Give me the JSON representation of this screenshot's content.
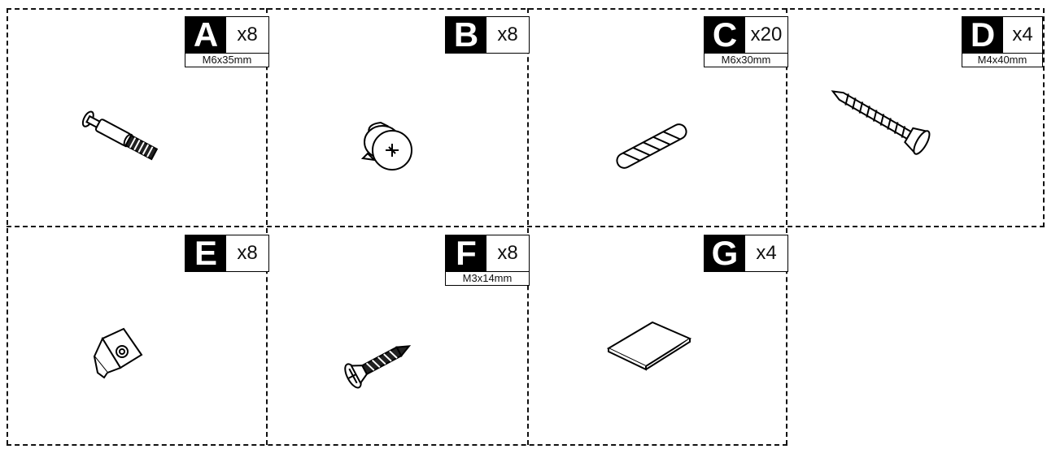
{
  "parts": [
    {
      "letter": "A",
      "qty": "x8",
      "size": "M6x35mm",
      "icon": "cam-bolt-icon"
    },
    {
      "letter": "B",
      "qty": "x8",
      "size": "",
      "icon": "cam-lock-nut-icon"
    },
    {
      "letter": "C",
      "qty": "x20",
      "size": "M6x30mm",
      "icon": "wooden-dowel-icon"
    },
    {
      "letter": "D",
      "qty": "x4",
      "size": "M4x40mm",
      "icon": "wood-screw-long-icon"
    },
    {
      "letter": "E",
      "qty": "x8",
      "size": "",
      "icon": "corner-bracket-icon"
    },
    {
      "letter": "F",
      "qty": "x8",
      "size": "M3x14mm",
      "icon": "short-screw-icon"
    },
    {
      "letter": "G",
      "qty": "x4",
      "size": "",
      "icon": "felt-pad-icon"
    }
  ]
}
